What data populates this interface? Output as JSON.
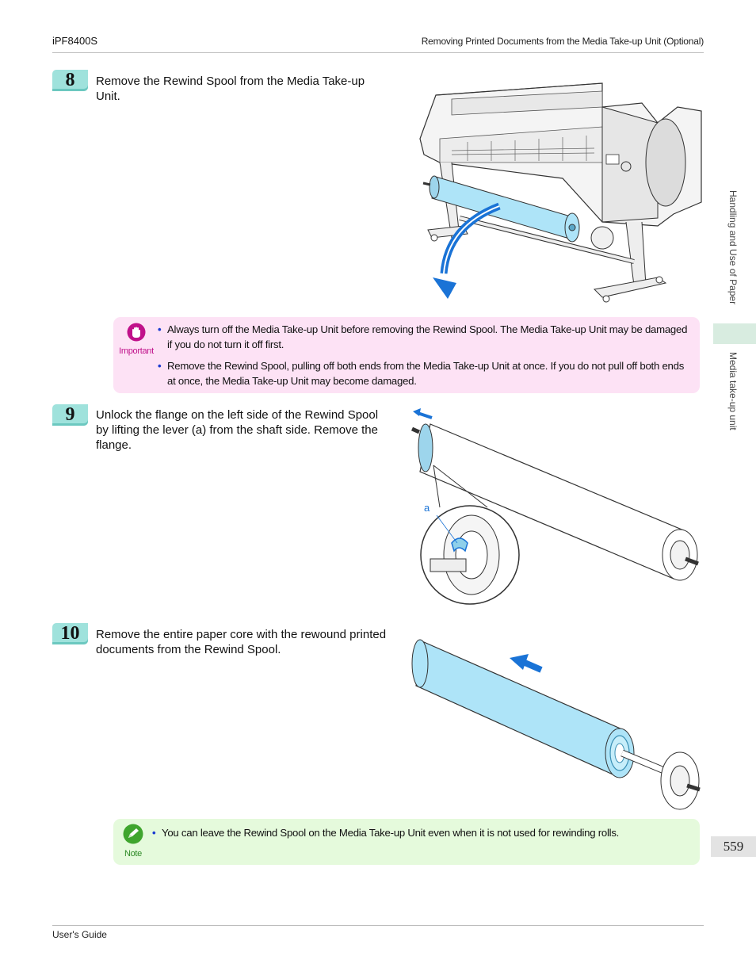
{
  "header": {
    "model": "iPF8400S",
    "section_title": "Removing Printed Documents from the Media Take-up Unit (Optional)"
  },
  "side_tabs": {
    "chapter": "Handling and Use of Paper",
    "section": "Media take-up unit"
  },
  "steps": [
    {
      "number": "8",
      "text": "Remove the Rewind Spool from the Media Take-up Unit."
    },
    {
      "number": "9",
      "text": "Unlock the flange on the left side of the Rewind Spool by lifting the lever (a) from the shaft side. Remove the flange."
    },
    {
      "number": "10",
      "text": "Remove the entire paper core with the rewound printed documents from the Rewind Spool."
    }
  ],
  "important": {
    "label": "Important",
    "items": [
      "Always turn off the Media Take-up Unit before removing the Rewind Spool. The Media Take-up Unit may be damaged if you do not turn it off first.",
      "Remove the Rewind Spool, pulling off both ends from the Media Take-up Unit at once. If you do not pull off both ends at once, the Media Take-up Unit may become damaged."
    ]
  },
  "note": {
    "label": "Note",
    "items": [
      "You can leave the Rewind Spool on the Media Take-up Unit even when it is not used for rewinding rolls."
    ]
  },
  "figure_labels": {
    "lever": "a"
  },
  "page_number": "559",
  "footer": {
    "guide": "User's Guide"
  },
  "colors": {
    "step_badge": "#9fe2dc",
    "important_bg": "#fde2f5",
    "important_accent": "#c0118a",
    "note_bg": "#e5fadc",
    "note_accent": "#2e8a26",
    "spool_blue": "#aee4f8",
    "arrow_blue": "#1a73d6",
    "bullet": "#1a3bd1"
  }
}
